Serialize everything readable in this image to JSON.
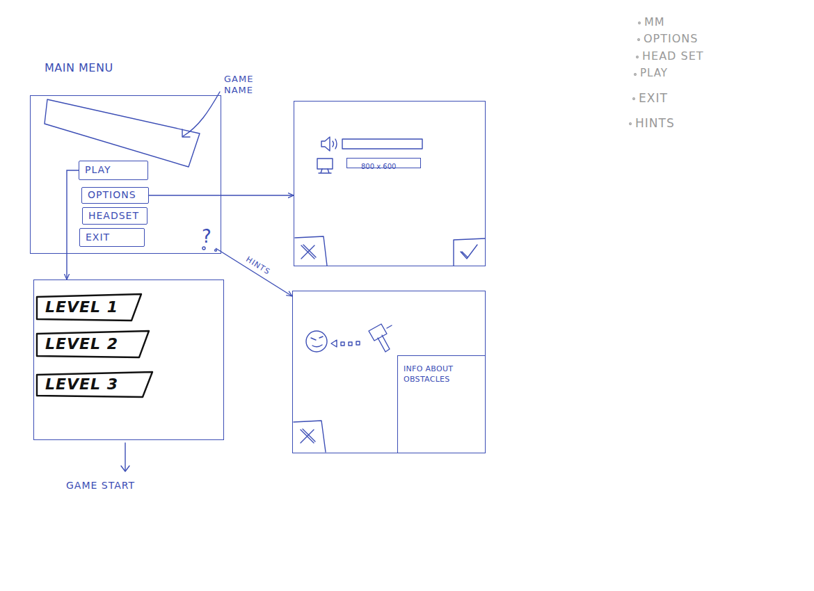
{
  "diagram": {
    "nodes": [
      {
        "text": [
          "MAIN MENU"
        ]
      },
      {
        "text": [
          "PLAY"
        ],
        "in": 0
      },
      {
        "text": [
          "OPTIONS"
        ],
        "in": 0
      },
      {
        "text": [
          "HEADSET"
        ],
        "in": 0
      },
      {
        "text": [
          "EXIT"
        ],
        "in": 0
      },
      {
        "text": [
          "?"
        ],
        "in": 0
      },
      {
        "text": []
      },
      {
        "text": [
          "800 x 600"
        ],
        "in": 6
      },
      {
        "text": []
      },
      {
        "text": [
          "LEVEL 1"
        ],
        "in": 8
      },
      {
        "text": [
          "LEVEL 2"
        ],
        "in": 8
      },
      {
        "text": [
          "LEVEL 3"
        ],
        "in": 8
      },
      {
        "text": []
      },
      {
        "text": [
          "INFO ABOUT OBSTACLES"
        ],
        "in": 12
      }
    ],
    "edges": [
      {
        "from": 1,
        "to": 8,
        "arrow": "to"
      },
      {
        "from": 2,
        "to": 6,
        "arrow": "to"
      },
      {
        "from": 5,
        "to": 12,
        "label": "HINTS",
        "arrow": "to"
      }
    ],
    "labels": [
      "GAME NAME",
      "GAME START",
      "MM",
      "OPTIONS",
      "HEAD SET",
      "PLAY",
      "EXIT",
      "HINTS"
    ]
  }
}
